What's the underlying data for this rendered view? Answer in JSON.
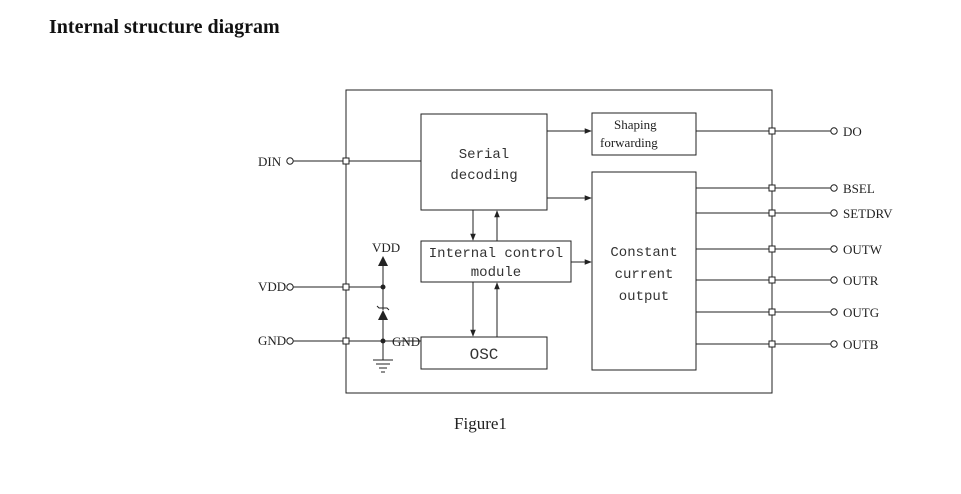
{
  "heading": "Internal structure diagram",
  "caption": "Figure1",
  "blocks": {
    "serial_decoding": [
      "Serial",
      "decoding"
    ],
    "shaping_forwarding": [
      "Shaping",
      "forwarding"
    ],
    "internal_control": [
      "Internal control",
      "module"
    ],
    "constant_current": [
      "Constant",
      "current",
      "output"
    ],
    "osc": "OSC"
  },
  "pins": {
    "din": "DIN",
    "vdd": "VDD",
    "gnd": "GND",
    "do": "DO",
    "bsel": "BSEL",
    "setdrv": "SETDRV",
    "outw": "OUTW",
    "outr": "OUTR",
    "outg": "OUTG",
    "outb": "OUTB"
  },
  "internal_labels": {
    "vdd": "VDD",
    "gnd": "GND"
  }
}
